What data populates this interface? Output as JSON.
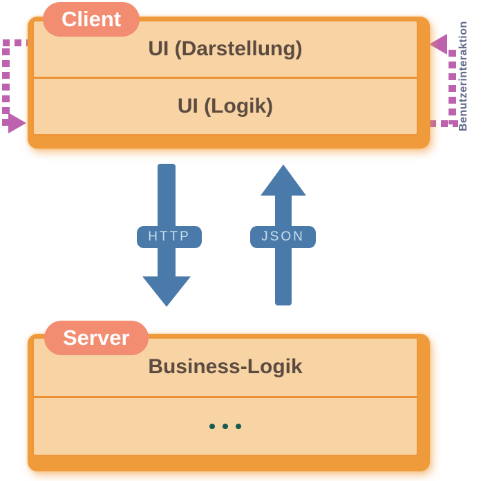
{
  "diagram": {
    "client": {
      "badge_label": "Client",
      "layers": [
        {
          "label": "UI (Darstellung)"
        },
        {
          "label": "UI (Logik)"
        }
      ]
    },
    "server": {
      "badge_label": "Server",
      "layers": [
        {
          "label": "Business-Logik"
        },
        {
          "label": "",
          "icon": "ellipsis-dots"
        }
      ]
    },
    "request_arrow": {
      "label": "HTTP",
      "direction": "down"
    },
    "response_arrow": {
      "label": "JSON",
      "direction": "up"
    },
    "user_interaction": {
      "label": "Benutzerinteraktion"
    },
    "colors": {
      "badge": "#F28D72",
      "container_orange": "#EF9B3B",
      "panel_fill": "#F8D4A4",
      "panel_border": "#ED9537",
      "panel_text": "#5C4B41",
      "arrow_blue": "#4A7AA9",
      "arrow_label_text": "#CBDEEC",
      "interaction_pink": "#BC62AE",
      "interaction_label": "#60698A",
      "ellipsis_teal": "#155B50"
    }
  }
}
